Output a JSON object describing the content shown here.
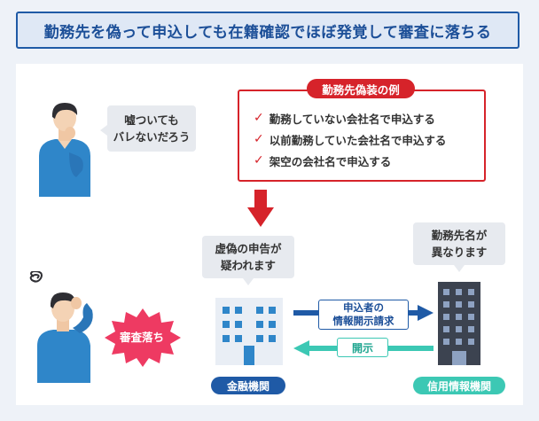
{
  "title": "勤務先を偽って申込しても在籍確認でほぼ発覚して審査に落ちる",
  "thought": {
    "line1": "嘘ついても",
    "line2": "バレないだろう"
  },
  "examples": {
    "title": "勤務先偽装の例",
    "items": [
      "勤務していない会社名で申込する",
      "以前勤務していた会社名で申込する",
      "架空の会社名で申込する"
    ]
  },
  "bank_thought": {
    "line1": "虚偽の申告が",
    "line2": "疑われます"
  },
  "credit_thought": {
    "line1": "勤務先名が",
    "line2": "異なります"
  },
  "rejected": "審査落ち",
  "request": {
    "line1": "申込者の",
    "line2": "情報開示請求"
  },
  "disclose": "開示",
  "bank_label": "金融機関",
  "credit_label": "信用情報機関",
  "colors": {
    "accent_blue": "#1f5aa6",
    "accent_red": "#d6232a",
    "burst_pink": "#ee3a62",
    "teal": "#3cc8b4"
  }
}
